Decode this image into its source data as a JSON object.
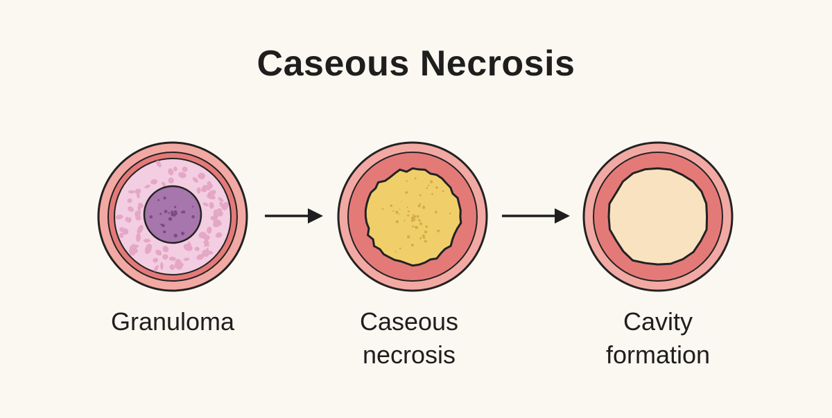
{
  "title": "Caseous Necrosis",
  "stages": [
    {
      "lines": [
        "Granuloma"
      ]
    },
    {
      "lines": [
        "Caseous",
        "necrosis"
      ]
    },
    {
      "lines": [
        "Cavity",
        "formation"
      ]
    }
  ],
  "colors": {
    "background": "#fbf7f1",
    "outline": "#222222",
    "outer_ring": "#f2a9a3",
    "inner_ring": "#e47a78",
    "granuloma_zone": "#f3cde1",
    "granuloma_spots": "#e4a7c6",
    "core": "#a676ad",
    "core_spots": "#7d4a86",
    "caseous": "#f0cf6a",
    "caseous_spots": "#d7ac45",
    "cavity": "#f9e2c0"
  }
}
